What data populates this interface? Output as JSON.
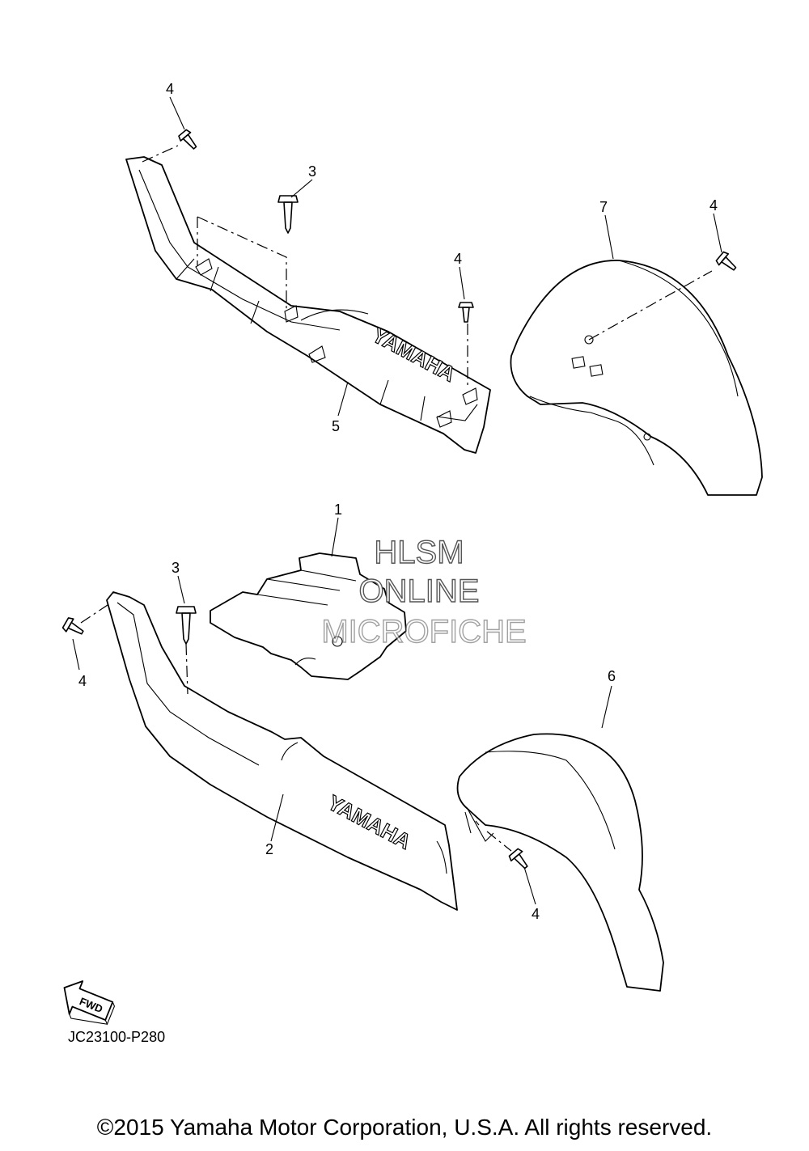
{
  "callouts": [
    {
      "id": "c-4a",
      "label": "4"
    },
    {
      "id": "c-3a",
      "label": "3"
    },
    {
      "id": "c-4b",
      "label": "4"
    },
    {
      "id": "c-5",
      "label": "5"
    },
    {
      "id": "c-7",
      "label": "7"
    },
    {
      "id": "c-4c",
      "label": "4"
    },
    {
      "id": "c-1",
      "label": "1"
    },
    {
      "id": "c-3b",
      "label": "3"
    },
    {
      "id": "c-4d",
      "label": "4"
    },
    {
      "id": "c-6",
      "label": "6"
    },
    {
      "id": "c-2",
      "label": "2"
    },
    {
      "id": "c-4e",
      "label": "4"
    }
  ],
  "cover_brand_text": "YAMAHA",
  "watermark": {
    "line1": "HLSM",
    "line2": "ONLINE",
    "line3": "MICROFICHE"
  },
  "fwd_label": "FWD",
  "diagram_code": "JC23100-P280",
  "copyright": "©2015 Yamaha Motor Corporation, U.S.A. All rights reserved."
}
